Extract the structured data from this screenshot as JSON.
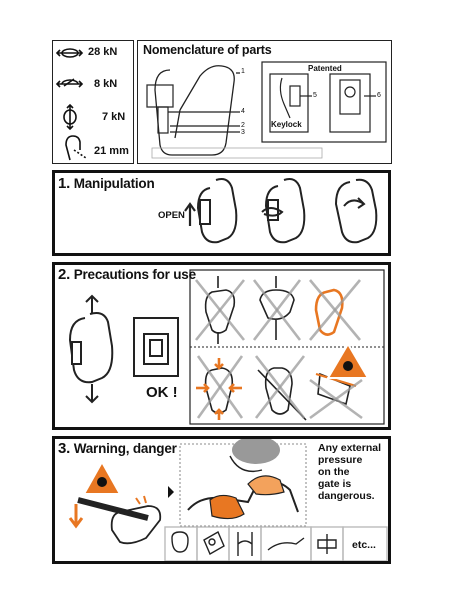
{
  "ratings": [
    {
      "icon": "major-axis-strength-icon",
      "value": "28 kN"
    },
    {
      "icon": "gate-open-strength-icon",
      "value": "8 kN"
    },
    {
      "icon": "minor-axis-strength-icon",
      "value": "7 kN"
    },
    {
      "icon": "gate-opening-icon",
      "value": "21 mm"
    }
  ],
  "nomenclature": {
    "title": "Nomenclature of parts",
    "numbers": [
      "1",
      "4",
      "2",
      "3",
      "5",
      "6"
    ],
    "patented": "Patented",
    "keylock": "Keylock"
  },
  "manipulation": {
    "num": "1.",
    "title": "Manipulation",
    "open": "OPEN"
  },
  "precautions": {
    "num": "2.",
    "title": "Precautions for use",
    "ok": "OK !"
  },
  "warning": {
    "num": "3.",
    "title": "Warning, danger",
    "lines": [
      "Any external",
      "pressure",
      "on the",
      "gate is",
      "dangerous."
    ],
    "etc": "etc..."
  },
  "colors": {
    "accent": "#e87722",
    "ink": "#111111",
    "cross": "#9a9a9a"
  }
}
